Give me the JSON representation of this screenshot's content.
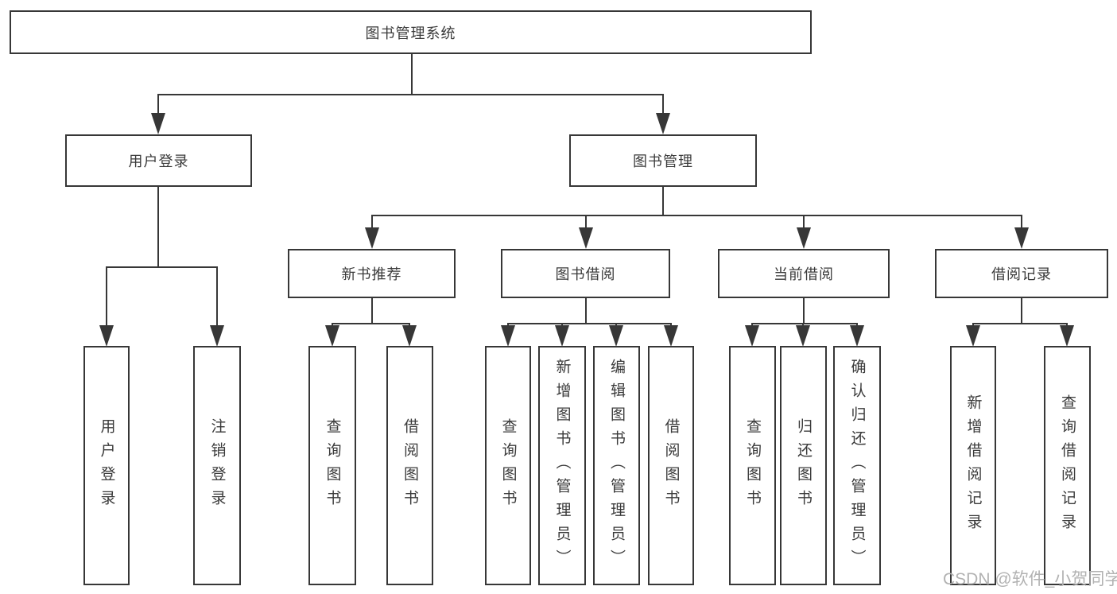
{
  "diagram": {
    "root": "图书管理系统",
    "branches": [
      {
        "label": "用户登录",
        "children": [
          "用户登录",
          "注销登录"
        ]
      },
      {
        "label": "图书管理"
      }
    ],
    "modules": [
      {
        "label": "新书推荐",
        "children": [
          "查询图书",
          "借阅图书"
        ]
      },
      {
        "label": "图书借阅",
        "children": [
          "查询图书",
          "新增图书（管理员）",
          "编辑图书（管理员）",
          "借阅图书"
        ]
      },
      {
        "label": "当前借阅",
        "children": [
          "查询图书",
          "归还图书",
          "确认归还（管理员）"
        ]
      },
      {
        "label": "借阅记录",
        "children": [
          "新增借阅记录",
          "查询借阅记录"
        ]
      }
    ]
  },
  "watermark": "CSDN @软件_小贺同学",
  "colors": {
    "line": "#373737",
    "text": "#3a3a3a",
    "watermark": "#b2b2b2"
  }
}
